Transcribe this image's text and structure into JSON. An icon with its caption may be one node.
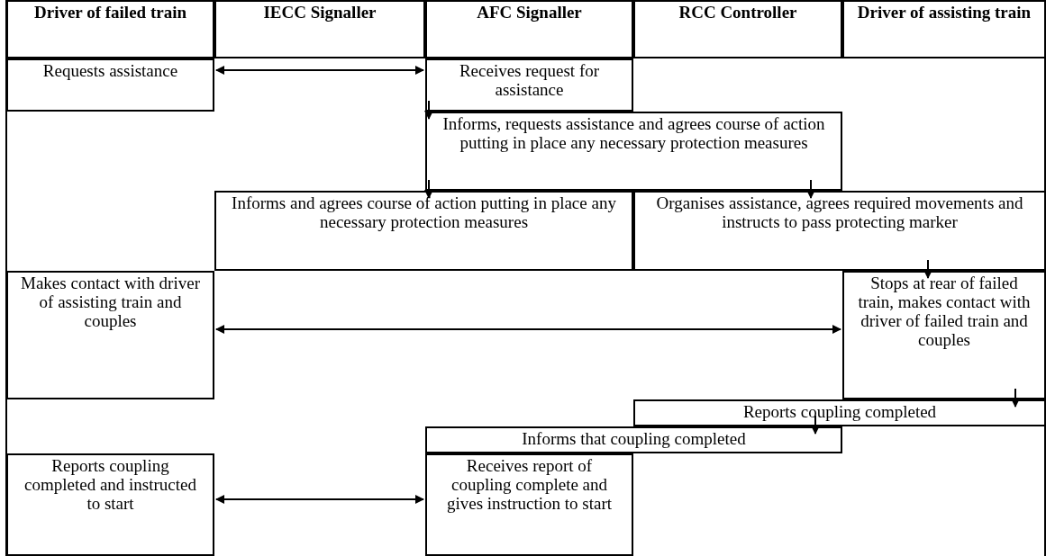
{
  "diagram": {
    "nodes": [
      {
        "text": [
          "Driver of failed train"
        ]
      },
      {
        "text": [
          "IECC Signaller"
        ]
      },
      {
        "text": [
          "AFC Signaller"
        ]
      },
      {
        "text": [
          "RCC Controller"
        ]
      },
      {
        "text": [
          "Driver of assisting train"
        ]
      },
      {
        "text": [
          "Requests assistance"
        ]
      },
      {
        "text": [
          "Receives request for assistance"
        ]
      },
      {
        "text": [
          "Informs, requests assistance and agrees course of action putting in place any necessary protection measures"
        ]
      },
      {
        "text": [
          "Informs and agrees course of action putting in place any necessary protection measures"
        ]
      },
      {
        "text": [
          "Organises assistance, agrees required movements and instructs to pass protecting marker"
        ]
      },
      {
        "text": [
          "Makes contact with driver of assisting train and couples"
        ]
      },
      {
        "text": [
          "Stops at rear of failed train, makes contact with driver of failed train and couples"
        ]
      },
      {
        "text": [
          "Reports coupling completed"
        ]
      },
      {
        "text": [
          "Informs that coupling completed"
        ]
      },
      {
        "text": [
          "Reports coupling completed and instructed to start"
        ]
      },
      {
        "text": [
          "Receives report of coupling complete and gives instruction to start"
        ]
      }
    ],
    "edges": [
      {
        "from": 5,
        "to": 6,
        "arrow": "both"
      },
      {
        "from": 6,
        "to": 7,
        "arrow": "to"
      },
      {
        "from": 7,
        "to": 8,
        "arrow": "to"
      },
      {
        "from": 7,
        "to": 9,
        "arrow": "to"
      },
      {
        "from": 9,
        "to": 11,
        "arrow": "to"
      },
      {
        "from": 10,
        "to": 11,
        "arrow": "both"
      },
      {
        "from": 11,
        "to": 12,
        "arrow": "to"
      },
      {
        "from": 12,
        "to": 13,
        "arrow": "to"
      },
      {
        "from": 14,
        "to": 15,
        "arrow": "both"
      }
    ]
  }
}
